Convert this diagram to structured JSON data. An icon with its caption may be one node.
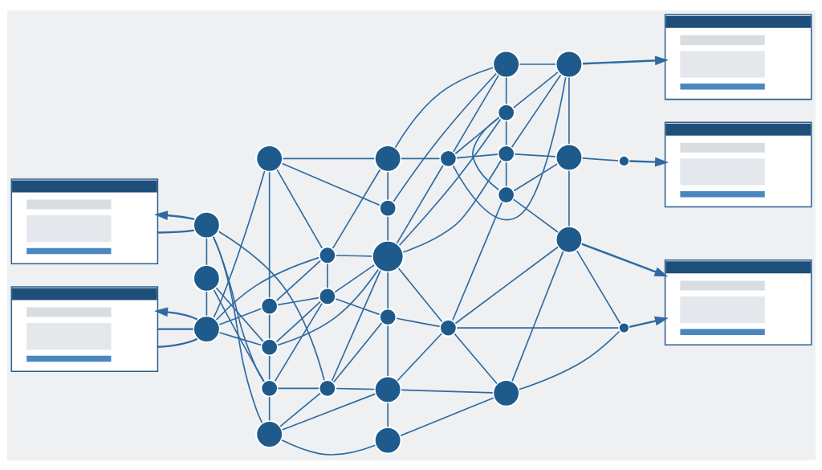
{
  "diagram": {
    "nodes": [
      {
        "text": [],
        "shape": "box"
      },
      {
        "text": [],
        "shape": "box"
      },
      {
        "text": [],
        "shape": "box"
      },
      {
        "text": [],
        "shape": "box"
      },
      {
        "text": [],
        "shape": "box"
      },
      {
        "text": [],
        "shape": "circle"
      },
      {
        "text": [],
        "shape": "circle"
      },
      {
        "text": [],
        "shape": "circle"
      },
      {
        "text": [],
        "shape": "circle"
      },
      {
        "text": [],
        "shape": "circle"
      },
      {
        "text": [],
        "shape": "circle"
      },
      {
        "text": [],
        "shape": "circle"
      },
      {
        "text": [],
        "shape": "circle"
      },
      {
        "text": [],
        "shape": "circle"
      },
      {
        "text": [],
        "shape": "circle"
      },
      {
        "text": [],
        "shape": "circle"
      },
      {
        "text": [],
        "shape": "circle"
      },
      {
        "text": [],
        "shape": "circle"
      },
      {
        "text": [],
        "shape": "circle"
      },
      {
        "text": [],
        "shape": "circle"
      },
      {
        "text": [],
        "shape": "circle"
      },
      {
        "text": [],
        "shape": "circle"
      },
      {
        "text": [],
        "shape": "circle"
      },
      {
        "text": [],
        "shape": "circle"
      },
      {
        "text": [],
        "shape": "circle"
      },
      {
        "text": [],
        "shape": "circle"
      },
      {
        "text": [],
        "shape": "circle"
      },
      {
        "text": [],
        "shape": "circle"
      },
      {
        "text": [],
        "shape": "circle"
      },
      {
        "text": [],
        "shape": "circle"
      },
      {
        "text": [],
        "shape": "circle"
      },
      {
        "text": [],
        "shape": "circle"
      },
      {
        "text": [],
        "shape": "circle"
      },
      {
        "text": [],
        "shape": "circle"
      }
    ],
    "edges": [
      {
        "from": 0,
        "to": 8,
        "arrow": "none"
      },
      {
        "from": 0,
        "to": 8,
        "arrow": "none"
      },
      {
        "from": 8,
        "to": 0,
        "arrow": "to"
      },
      {
        "from": 12,
        "to": 1,
        "arrow": "to"
      },
      {
        "from": 20,
        "to": 2,
        "arrow": "to"
      },
      {
        "from": 22,
        "to": 3,
        "arrow": "to"
      },
      {
        "from": 3,
        "to": 22,
        "arrow": "none"
      },
      {
        "from": 26,
        "to": 4,
        "arrow": "to"
      },
      {
        "from": 33,
        "to": 4,
        "arrow": "to"
      },
      {
        "from": 5,
        "to": 6,
        "arrow": "none"
      },
      {
        "from": 6,
        "to": 7,
        "arrow": "none"
      },
      {
        "from": 7,
        "to": 12,
        "arrow": "none"
      },
      {
        "from": 12,
        "to": 19,
        "arrow": "none"
      },
      {
        "from": 19,
        "to": 26,
        "arrow": "none"
      },
      {
        "from": 26,
        "to": 31,
        "arrow": "none"
      },
      {
        "from": 31,
        "to": 32,
        "arrow": "none"
      },
      {
        "from": 32,
        "to": 29,
        "arrow": "none"
      },
      {
        "from": 29,
        "to": 22,
        "arrow": "none"
      },
      {
        "from": 22,
        "to": 15,
        "arrow": "none"
      },
      {
        "from": 15,
        "to": 8,
        "arrow": "none"
      },
      {
        "from": 8,
        "to": 5,
        "arrow": "none"
      },
      {
        "from": 29,
        "to": 30,
        "arrow": "none"
      },
      {
        "from": 30,
        "to": 31,
        "arrow": "none"
      },
      {
        "from": 30,
        "to": 32,
        "arrow": "none"
      },
      {
        "from": 19,
        "to": 20,
        "arrow": "none"
      },
      {
        "from": 15,
        "to": 16,
        "arrow": "none"
      },
      {
        "from": 16,
        "to": 17,
        "arrow": "none"
      },
      {
        "from": 17,
        "to": 18,
        "arrow": "none"
      },
      {
        "from": 18,
        "to": 19,
        "arrow": "none"
      },
      {
        "from": 6,
        "to": 10,
        "arrow": "none"
      },
      {
        "from": 10,
        "to": 17,
        "arrow": "none"
      },
      {
        "from": 17,
        "to": 24,
        "arrow": "none"
      },
      {
        "from": 24,
        "to": 30,
        "arrow": "none"
      },
      {
        "from": 17,
        "to": 9,
        "arrow": "none"
      },
      {
        "from": 17,
        "to": 11,
        "arrow": "none"
      },
      {
        "from": 17,
        "to": 21,
        "arrow": "none"
      },
      {
        "from": 17,
        "to": 28,
        "arrow": "none"
      },
      {
        "from": 17,
        "to": 27,
        "arrow": "none"
      },
      {
        "from": 17,
        "to": 14,
        "arrow": "none"
      },
      {
        "from": 5,
        "to": 9,
        "arrow": "none"
      },
      {
        "from": 5,
        "to": 13,
        "arrow": "none"
      },
      {
        "from": 5,
        "to": 10,
        "arrow": "none"
      },
      {
        "from": 6,
        "to": 9,
        "arrow": "none"
      },
      {
        "from": 6,
        "to": 11,
        "arrow": "none"
      },
      {
        "from": 7,
        "to": 11,
        "arrow": "none"
      },
      {
        "from": 7,
        "to": 14,
        "arrow": "none"
      },
      {
        "from": 7,
        "to": 10,
        "arrow": "none"
      },
      {
        "from": 8,
        "to": 9,
        "arrow": "none"
      },
      {
        "from": 8,
        "to": 13,
        "arrow": "none"
      },
      {
        "from": 8,
        "to": 16,
        "arrow": "none"
      },
      {
        "from": 12,
        "to": 11,
        "arrow": "none"
      },
      {
        "from": 12,
        "to": 14,
        "arrow": "none"
      },
      {
        "from": 12,
        "to": 18,
        "arrow": "none"
      },
      {
        "from": 9,
        "to": 13,
        "arrow": "none"
      },
      {
        "from": 9,
        "to": 21,
        "arrow": "none"
      },
      {
        "from": 11,
        "to": 14,
        "arrow": "none"
      },
      {
        "from": 11,
        "to": 18,
        "arrow": "none"
      },
      {
        "from": 13,
        "to": 16,
        "arrow": "none"
      },
      {
        "from": 13,
        "to": 21,
        "arrow": "none"
      },
      {
        "from": 14,
        "to": 18,
        "arrow": "none"
      },
      {
        "from": 14,
        "to": 25,
        "arrow": "none"
      },
      {
        "from": 15,
        "to": 23,
        "arrow": "none"
      },
      {
        "from": 16,
        "to": 21,
        "arrow": "none"
      },
      {
        "from": 16,
        "to": 23,
        "arrow": "none"
      },
      {
        "from": 18,
        "to": 25,
        "arrow": "none"
      },
      {
        "from": 19,
        "to": 25,
        "arrow": "none"
      },
      {
        "from": 21,
        "to": 23,
        "arrow": "none"
      },
      {
        "from": 21,
        "to": 24,
        "arrow": "none"
      },
      {
        "from": 22,
        "to": 23,
        "arrow": "none"
      },
      {
        "from": 22,
        "to": 27,
        "arrow": "none"
      },
      {
        "from": 23,
        "to": 27,
        "arrow": "none"
      },
      {
        "from": 23,
        "to": 29,
        "arrow": "none"
      },
      {
        "from": 24,
        "to": 27,
        "arrow": "none"
      },
      {
        "from": 24,
        "to": 28,
        "arrow": "none"
      },
      {
        "from": 25,
        "to": 28,
        "arrow": "none"
      },
      {
        "from": 25,
        "to": 26,
        "arrow": "none"
      },
      {
        "from": 26,
        "to": 28,
        "arrow": "none"
      },
      {
        "from": 27,
        "to": 29,
        "arrow": "none"
      },
      {
        "from": 27,
        "to": 30,
        "arrow": "none"
      },
      {
        "from": 28,
        "to": 31,
        "arrow": "none"
      },
      {
        "from": 28,
        "to": 30,
        "arrow": "none"
      },
      {
        "from": 26,
        "to": 33,
        "arrow": "none"
      },
      {
        "from": 28,
        "to": 33,
        "arrow": "none"
      },
      {
        "from": 31,
        "to": 33,
        "arrow": "none"
      }
    ]
  }
}
